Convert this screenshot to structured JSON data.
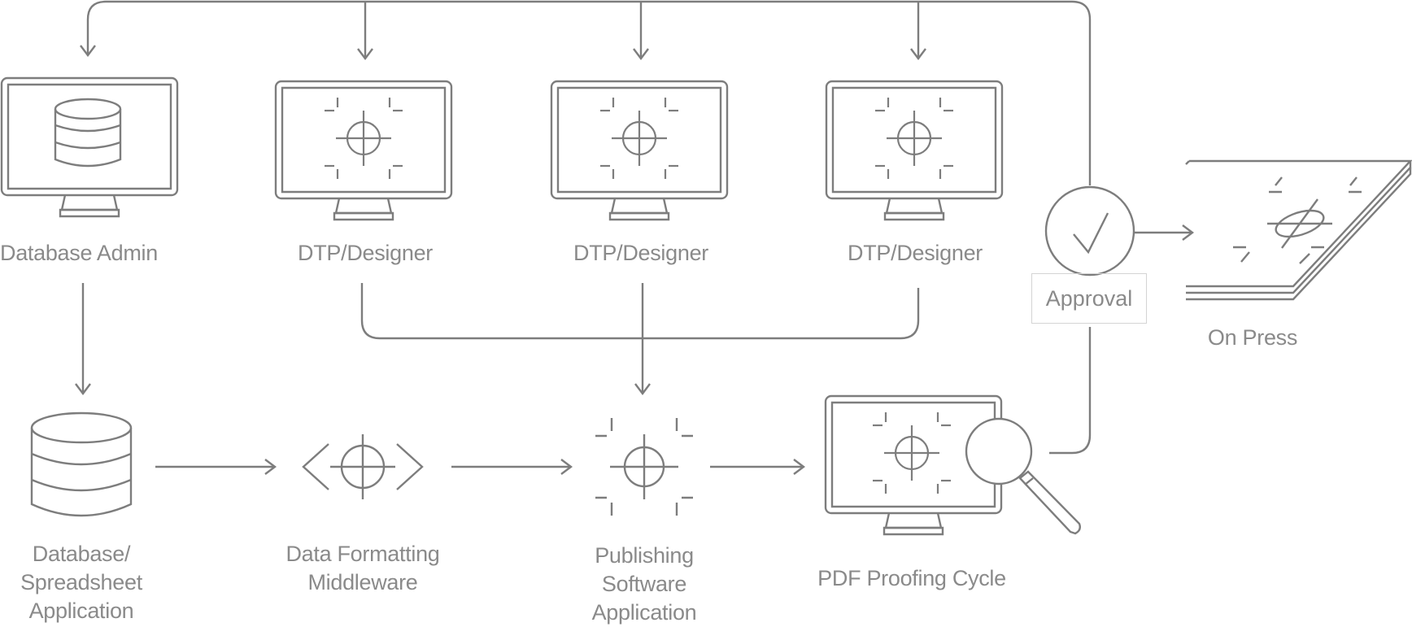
{
  "diagram": {
    "nodes": {
      "database_admin": {
        "label": "Database Admin",
        "icon": "database-monitor-icon"
      },
      "designer_1": {
        "label": "DTP/Designer",
        "icon": "crosshair-monitor-icon"
      },
      "designer_2": {
        "label": "DTP/Designer",
        "icon": "crosshair-monitor-icon"
      },
      "designer_3": {
        "label": "DTP/Designer",
        "icon": "crosshair-monitor-icon"
      },
      "database_app": {
        "label_lines": [
          "Database/",
          "Spreadsheet",
          "Application"
        ],
        "icon": "database-icon"
      },
      "middleware": {
        "label_lines": [
          "Data Formatting",
          "Middleware"
        ],
        "icon": "code-crosshair-icon"
      },
      "publishing": {
        "label_lines": [
          "Publishing",
          "Software",
          "Application"
        ],
        "icon": "crosshair-icon"
      },
      "proofing": {
        "label": "PDF Proofing Cycle",
        "icon": "magnifier-monitor-icon"
      },
      "approval": {
        "label": "Approval",
        "icon": "checkmark-circle-icon"
      },
      "on_press": {
        "label": "On Press",
        "icon": "printed-sheets-icon"
      }
    },
    "colors": {
      "stroke": "#7d7d7d",
      "text": "#8a8a8a",
      "approval_border": "#d4d4d4"
    }
  }
}
